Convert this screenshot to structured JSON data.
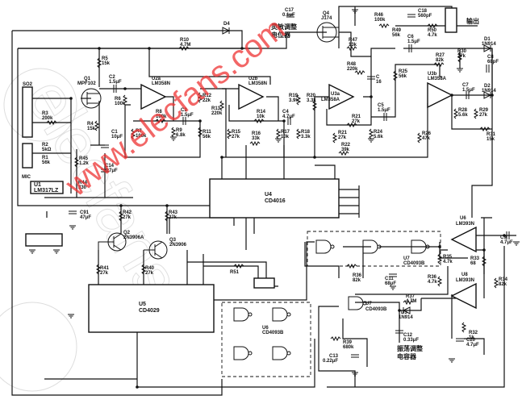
{
  "watermark": "www.elecfans.com",
  "watermark_bg": "elecfans",
  "annotations": {
    "sensitivity_pot": "灵敏调整",
    "sensitivity_pot_2": "电位器",
    "timing_cap": "振荡调整",
    "timing_cap_2": "电容器",
    "output": "输出",
    "mic": "MIC",
    "so2": "SO2"
  },
  "ics": {
    "U1": {
      "ref": "U1",
      "value": "LM317LZ"
    },
    "U2a": {
      "ref": "U2a",
      "value": "LM358N"
    },
    "U2b": {
      "ref": "U2b",
      "value": "LM358N"
    },
    "U3a": {
      "ref": "U3a",
      "value": "LM358A"
    },
    "U3b": {
      "ref": "U3b",
      "value": "LM358A"
    },
    "U4": {
      "ref": "U4",
      "value": "CD4016"
    },
    "U5": {
      "ref": "U5",
      "value": "CD4029"
    },
    "U6": {
      "ref": "U6",
      "value": "CD4093B"
    },
    "U7": {
      "ref": "U7",
      "value": "CD4093B"
    },
    "U7b": {
      "ref": "U7",
      "value": "CD4093B"
    },
    "U6c": {
      "ref": "U6",
      "value": "LM393N"
    },
    "U8": {
      "ref": "U8",
      "value": "LM393N"
    }
  },
  "components": {
    "Q1": {
      "ref": "Q1",
      "value": "MPF102"
    },
    "Q2": {
      "ref": "Q2",
      "value": "2N3906A"
    },
    "Q3": {
      "ref": "Q3",
      "value": "2N3906"
    },
    "Q4": {
      "ref": "Q4",
      "value": "J174"
    },
    "D1": {
      "ref": "D1",
      "value": "1N914"
    },
    "D2": {
      "ref": "D2",
      "value": "1N914"
    },
    "D3": {
      "ref": "D3",
      "value": "1N914"
    },
    "D4": {
      "ref": "D4",
      "value": ""
    },
    "R1": {
      "ref": "R1",
      "value": "56k"
    },
    "R2": {
      "ref": "R2",
      "value": "5kΩ"
    },
    "R3": {
      "ref": "R3",
      "value": "200k"
    },
    "R4": {
      "ref": "R4",
      "value": "15k"
    },
    "R5": {
      "ref": "R5",
      "value": "15k"
    },
    "R6": {
      "ref": "R6",
      "value": "100k"
    },
    "R7": {
      "ref": "R7",
      "value": "100k"
    },
    "R8": {
      "ref": "R8",
      "value": "100k"
    },
    "R9": {
      "ref": "R9",
      "value": "6.8k"
    },
    "R10": {
      "ref": "R10",
      "value": "4.7M"
    },
    "R11": {
      "ref": "R11",
      "value": "56k"
    },
    "R12": {
      "ref": "R12",
      "value": "22k"
    },
    "R13": {
      "ref": "R13",
      "value": "220k"
    },
    "R14": {
      "ref": "R14",
      "value": "10k"
    },
    "R15": {
      "ref": "R15",
      "value": "27k"
    },
    "R16": {
      "ref": "R16",
      "value": "33k"
    },
    "R17": {
      "ref": "R17",
      "value": "10k"
    },
    "R18": {
      "ref": "R18",
      "value": "3.3k"
    },
    "R19": {
      "ref": "R19",
      "value": "3.9k"
    },
    "R20": {
      "ref": "R20",
      "value": "3.3k"
    },
    "R21": {
      "ref": "R21",
      "value": "27k"
    },
    "R21b": {
      "ref": "R21",
      "value": "27k"
    },
    "R22": {
      "ref": "R22",
      "value": "39k"
    },
    "R24": {
      "ref": "R24",
      "value": "5.6k"
    },
    "R25": {
      "ref": "R25",
      "value": "56k"
    },
    "R26": {
      "ref": "R26",
      "value": "47k"
    },
    "R27": {
      "ref": "R27",
      "value": "82k"
    },
    "R28": {
      "ref": "R28",
      "value": "5.6k"
    },
    "R29": {
      "ref": "R29",
      "value": "27k"
    },
    "R30": {
      "ref": "R30",
      "value": "27k"
    },
    "R31": {
      "ref": "R31",
      "value": "15k"
    },
    "R32": {
      "ref": "R32",
      "value": "1k"
    },
    "R33": {
      "ref": "R33",
      "value": "68"
    },
    "R34": {
      "ref": "R34",
      "value": "82k"
    },
    "R35": {
      "ref": "R35",
      "value": "4.7k"
    },
    "R36": {
      "ref": "R36",
      "value": "82k"
    },
    "R36b": {
      "ref": "R36",
      "value": "4.7k"
    },
    "R37": {
      "ref": "R37",
      "value": "4.7M"
    },
    "R39": {
      "ref": "R39",
      "value": "680k"
    },
    "R40": {
      "ref": "R40",
      "value": "27k"
    },
    "R41": {
      "ref": "R41",
      "value": "27k"
    },
    "R42": {
      "ref": "R42",
      "value": "27k"
    },
    "R43": {
      "ref": "R43",
      "value": "27k"
    },
    "R44": {
      "ref": "R44",
      "value": "330"
    },
    "R45": {
      "ref": "R45",
      "value": "1.2k"
    },
    "R46": {
      "ref": "R46",
      "value": "100k"
    },
    "R47": {
      "ref": "R47",
      "value": "13k"
    },
    "R48": {
      "ref": "R48",
      "value": "220k"
    },
    "R49": {
      "ref": "R49",
      "value": "56k"
    },
    "R50": {
      "ref": "R50",
      "value": "4.7k"
    },
    "R51": {
      "ref": "R51",
      "value": ""
    },
    "C1": {
      "ref": "C1",
      "value": "10μF"
    },
    "C2": {
      "ref": "C2",
      "value": "1.5μF"
    },
    "C3": {
      "ref": "C3",
      "value": "1.5μF"
    },
    "C4": {
      "ref": "C4",
      "value": "4.7μF"
    },
    "C5": {
      "ref": "C5",
      "value": "1.5μF"
    },
    "C6": {
      "ref": "C6",
      "value": "1.5μF"
    },
    "C7": {
      "ref": "C7",
      "value": "1.5μF"
    },
    "C8": {
      "ref": "C8",
      "value": "68pF"
    },
    "C9": {
      "ref": "C9",
      "value": "4.7μF"
    },
    "C11": {
      "ref": "C11",
      "value": "68μF"
    },
    "C12": {
      "ref": "C12",
      "value": "0.33μF"
    },
    "C13": {
      "ref": "C13",
      "value": "0.22μF"
    },
    "C14": {
      "ref": "C14",
      "value": "4.7μF"
    },
    "C16": {
      "ref": "C",
      "value": "16"
    },
    "C17": {
      "ref": "C17",
      "value": "0.1μF"
    },
    "C18": {
      "ref": "C18",
      "value": "560pF"
    },
    "C20": {
      "ref": "C20",
      "value": "4.7μF"
    },
    "C91": {
      "ref": "C91",
      "value": "47μF"
    }
  }
}
